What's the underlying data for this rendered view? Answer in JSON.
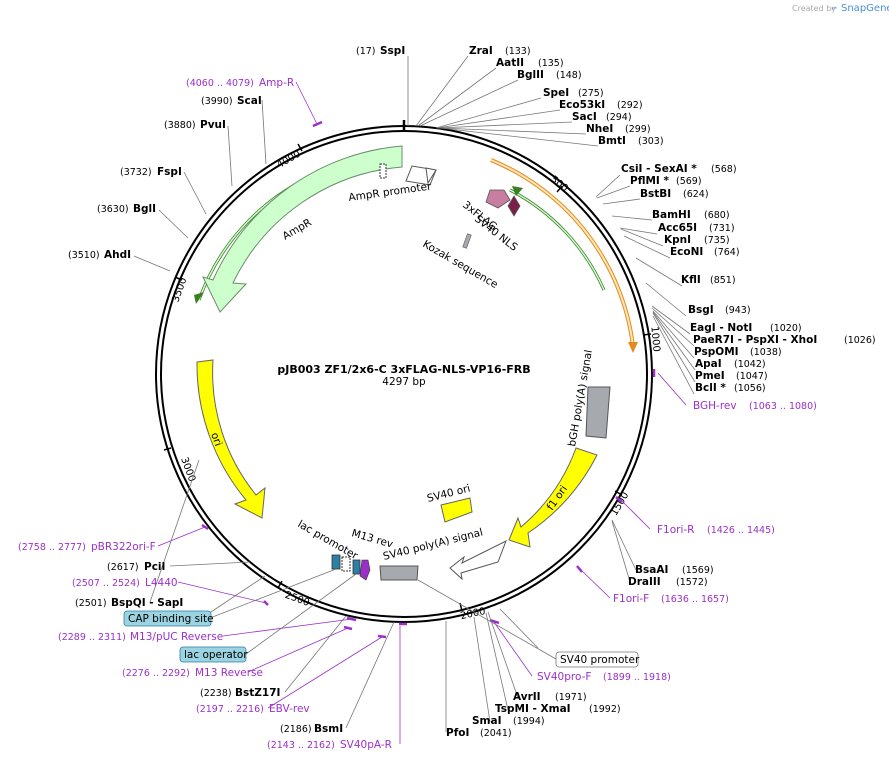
{
  "brand": {
    "created_by": "Created by",
    "app": "SnapGene"
  },
  "plasmid": {
    "name": "pJB003 ZF1/2x6-C 3xFLAG-NLS-VP16-FRB",
    "size": "4297 bp"
  },
  "ticks": [
    "500",
    "1000",
    "1500",
    "2000",
    "2500",
    "3000",
    "3500",
    "4000"
  ],
  "sites": [
    {
      "name": "SspI",
      "pos": "(17)"
    },
    {
      "name": "ZraI",
      "pos": "(133)"
    },
    {
      "name": "AatII",
      "pos": "(135)"
    },
    {
      "name": "BglII",
      "pos": "(148)"
    },
    {
      "name": "SpeI",
      "pos": "(275)"
    },
    {
      "name": "Eco53kI",
      "pos": "(292)"
    },
    {
      "name": "SacI",
      "pos": "(294)"
    },
    {
      "name": "NheI",
      "pos": "(299)"
    },
    {
      "name": "BmtI",
      "pos": "(303)"
    },
    {
      "name": "CsiI   - SexAI *",
      "pos": "(568)"
    },
    {
      "name": "PflMI *",
      "pos": "(569)"
    },
    {
      "name": "BstBI",
      "pos": "(624)"
    },
    {
      "name": "BamHI",
      "pos": "(680)"
    },
    {
      "name": "Acc65I",
      "pos": "(731)"
    },
    {
      "name": "KpnI",
      "pos": "(735)"
    },
    {
      "name": "EcoNI",
      "pos": "(764)"
    },
    {
      "name": "KflI",
      "pos": "(851)"
    },
    {
      "name": "BsgI",
      "pos": "(943)"
    },
    {
      "name": "EagI   - NotI",
      "pos": "(1020)"
    },
    {
      "name": "PaeR7I   - PspXI   - XhoI",
      "pos": "(1026)"
    },
    {
      "name": "PspOMI",
      "pos": "(1038)"
    },
    {
      "name": "ApaI",
      "pos": "(1042)"
    },
    {
      "name": "PmeI",
      "pos": "(1047)"
    },
    {
      "name": "BclI *",
      "pos": "(1056)"
    },
    {
      "name": "BsaAI",
      "pos": "(1569)"
    },
    {
      "name": "DraIII",
      "pos": "(1572)"
    },
    {
      "name": "AvrII",
      "pos": "(1971)"
    },
    {
      "name": "TspMI   - XmaI",
      "pos": "(1992)"
    },
    {
      "name": "SmaI",
      "pos": "(1994)"
    },
    {
      "name": "PfoI",
      "pos": "(2041)"
    },
    {
      "name": "BsmI",
      "pos": "(2186)"
    },
    {
      "name": "BstZ17I",
      "pos": "(2238)"
    },
    {
      "name": "BspQI   - SapI",
      "pos": "(2501)"
    },
    {
      "name": "PciI",
      "pos": "(2617)"
    },
    {
      "name": "AhdI",
      "pos": "(3510)"
    },
    {
      "name": "BglI",
      "pos": "(3630)"
    },
    {
      "name": "FspI",
      "pos": "(3732)"
    },
    {
      "name": "PvuI",
      "pos": "(3880)"
    },
    {
      "name": "ScaI",
      "pos": "(3990)"
    }
  ],
  "primers": [
    {
      "name": "Amp-R",
      "pos": "(4060 .. 4079)"
    },
    {
      "name": "BGH-rev",
      "pos": "(1063 .. 1080)"
    },
    {
      "name": "F1ori-R",
      "pos": "(1426 .. 1445)"
    },
    {
      "name": "F1ori-F",
      "pos": "(1636 .. 1657)"
    },
    {
      "name": "SV40pro-F",
      "pos": "(1899 .. 1918)"
    },
    {
      "name": "pBR322ori-F",
      "pos": "(2758 .. 2777)"
    },
    {
      "name": "L4440",
      "pos": "(2507 .. 2524)"
    },
    {
      "name": "M13/pUC Reverse",
      "pos": "(2289 .. 2311)"
    },
    {
      "name": "M13 Reverse",
      "pos": "(2276 .. 2292)"
    },
    {
      "name": "EBV-rev",
      "pos": "(2197 .. 2216)"
    },
    {
      "name": "SV40pA-R",
      "pos": "(2143 .. 2162)"
    }
  ],
  "boxed_features": [
    {
      "name": "CAP binding site"
    },
    {
      "name": "lac operator"
    },
    {
      "name": "SV40 promoter"
    }
  ],
  "features": [
    {
      "name": "AmpR promoter"
    },
    {
      "name": "AmpR"
    },
    {
      "name": "3xFLAG"
    },
    {
      "name": "SV40 NLS"
    },
    {
      "name": "Kozak sequence"
    },
    {
      "name": "bGH poly(A) signal"
    },
    {
      "name": "ori"
    },
    {
      "name": "f1 ori"
    },
    {
      "name": "SV40 ori"
    },
    {
      "name": "lac promoter"
    },
    {
      "name": "M13 rev"
    },
    {
      "name": "SV40 poly(A) signal"
    }
  ],
  "colors": {
    "primer": "#9b30c9",
    "ampr": "#ccffcc",
    "ori": "#ffff00",
    "polyA": "#a6aaaf",
    "feature_line_green": "#3b7d23",
    "feature_line_orange": "#e08b1f"
  }
}
